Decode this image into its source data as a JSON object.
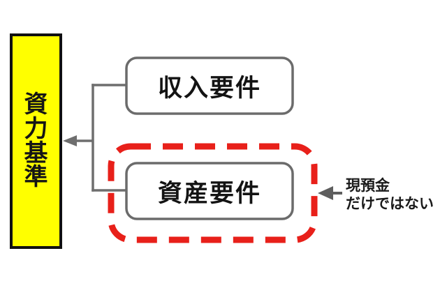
{
  "diagram": {
    "type": "flow-diagram",
    "background": "#ffffff",
    "colors": {
      "highlight_fill": "#ffff00",
      "highlight_stroke": "#111111",
      "box_stroke": "#6b6b6b",
      "box_fill": "#ffffff",
      "connector": "#6e6e6e",
      "emphasis_dashed": "#e8201a",
      "text": "#131313"
    },
    "main_node": {
      "label": "資力基準",
      "characters": [
        "資",
        "力",
        "基",
        "準"
      ],
      "orientation": "vertical",
      "fill": "#ffff00"
    },
    "criteria": [
      {
        "label": "収入要件",
        "emphasized": false
      },
      {
        "label": "資産要件",
        "emphasized": true
      }
    ],
    "annotation": {
      "lines": [
        "現預金",
        "だけではない"
      ],
      "arrow_direction": "left",
      "target": "資産要件"
    }
  }
}
